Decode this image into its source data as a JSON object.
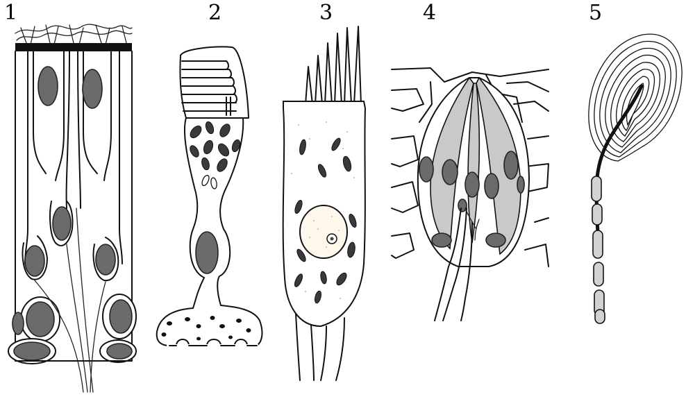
{
  "panels": [
    {
      "label": "1",
      "icon": "olfactory-epithelium-drawing"
    },
    {
      "label": "2",
      "icon": "photoreceptor-cell-drawing"
    },
    {
      "label": "3",
      "icon": "hair-cell-drawing"
    },
    {
      "label": "4",
      "icon": "taste-bud-drawing"
    },
    {
      "label": "5",
      "icon": "pacinian-corpuscle-drawing"
    }
  ],
  "colors": {
    "ink": "#111111",
    "nucleus": "#6b6b6b",
    "supporting_cell": "#c9c9c9",
    "background": "#ffffff"
  }
}
